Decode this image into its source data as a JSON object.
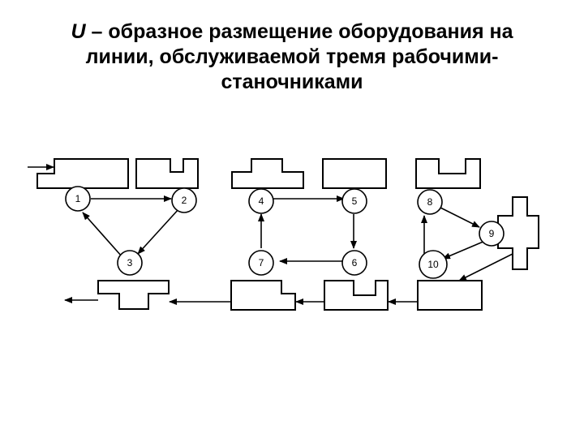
{
  "title": {
    "u_letter": "U",
    "line1_rest": " – образное размещение оборудования на",
    "line2": "линии, обслуживаемой тремя рабочими-",
    "line3": "станочниками"
  },
  "nodes": [
    {
      "id": "n1",
      "label": "1"
    },
    {
      "id": "n2",
      "label": "2"
    },
    {
      "id": "n4",
      "label": "4"
    },
    {
      "id": "n5",
      "label": "5"
    },
    {
      "id": "n8",
      "label": "8"
    },
    {
      "id": "n9",
      "label": "9"
    },
    {
      "id": "n3",
      "label": "3"
    },
    {
      "id": "n7",
      "label": "7"
    },
    {
      "id": "n6",
      "label": "6"
    },
    {
      "id": "n10",
      "label": "10"
    }
  ]
}
